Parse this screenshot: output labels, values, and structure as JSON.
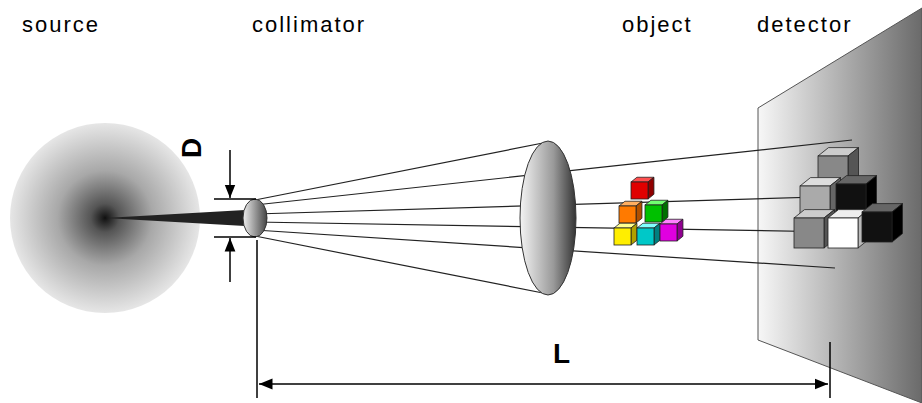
{
  "diagram": {
    "labels": [
      "source",
      "collimator",
      "object",
      "detector",
      "D",
      "L"
    ]
  }
}
